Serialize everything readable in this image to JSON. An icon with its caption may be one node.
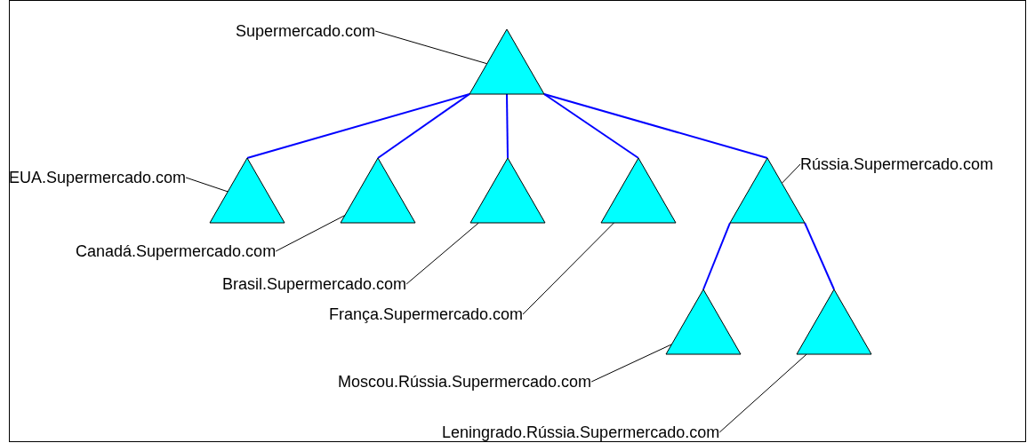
{
  "diagram": {
    "nodes": [
      {
        "text": [
          "Supermercado.com"
        ]
      },
      {
        "text": [],
        "shape": "triangle"
      },
      {
        "text": [
          "EUA.Supermercado.com"
        ]
      },
      {
        "text": [
          "Rússia.Supermercado.com"
        ]
      },
      {
        "text": [],
        "shape": "triangle"
      },
      {
        "text": [],
        "shape": "triangle"
      },
      {
        "text": [],
        "shape": "triangle"
      },
      {
        "text": [],
        "shape": "triangle"
      },
      {
        "text": [],
        "shape": "triangle"
      },
      {
        "text": [
          "Canadá.Supermercado.com"
        ]
      },
      {
        "text": [
          "Brasil.Supermercado.com"
        ]
      },
      {
        "text": [
          "França.Supermercado.com"
        ]
      },
      {
        "text": [],
        "shape": "triangle"
      },
      {
        "text": [],
        "shape": "triangle"
      },
      {
        "text": [
          "Moscou.Rússia.Supermercado.com"
        ]
      },
      {
        "text": [
          "Leningrado.Rússia.Supermercado.com"
        ]
      }
    ],
    "edges": [
      {
        "from": 1,
        "to": 4,
        "arrow": "none",
        "color": "#0000ff"
      },
      {
        "from": 1,
        "to": 5,
        "arrow": "none",
        "color": "#0000ff"
      },
      {
        "from": 1,
        "to": 6,
        "arrow": "none",
        "color": "#0000ff"
      },
      {
        "from": 1,
        "to": 7,
        "arrow": "none",
        "color": "#0000ff"
      },
      {
        "from": 1,
        "to": 8,
        "arrow": "none",
        "color": "#0000ff"
      },
      {
        "from": 8,
        "to": 12,
        "arrow": "none",
        "color": "#0000ff"
      },
      {
        "from": 8,
        "to": 13,
        "arrow": "none",
        "color": "#0000ff"
      },
      {
        "from": 0,
        "to": 1,
        "arrow": "none"
      },
      {
        "from": 2,
        "to": 4,
        "arrow": "none"
      },
      {
        "from": 9,
        "to": 5,
        "arrow": "none"
      },
      {
        "from": 10,
        "to": 6,
        "arrow": "none"
      },
      {
        "from": 11,
        "to": 7,
        "arrow": "none"
      },
      {
        "from": 3,
        "to": 8,
        "arrow": "none"
      },
      {
        "from": 14,
        "to": 12,
        "arrow": "none"
      },
      {
        "from": 15,
        "to": 13,
        "arrow": "none"
      }
    ]
  }
}
